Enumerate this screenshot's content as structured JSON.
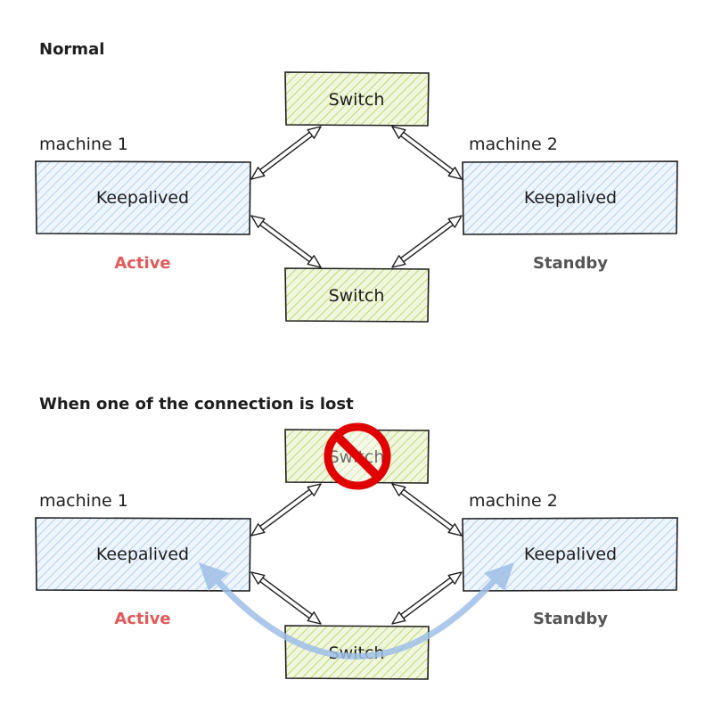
{
  "sections": [
    {
      "heading": "Normal",
      "machine1": {
        "title": "machine 1",
        "label": "Keepalived",
        "status": "Active"
      },
      "machine2": {
        "title": "machine 2",
        "label": "Keepalived",
        "status": "Standby"
      },
      "top_switch": {
        "label": "Switch",
        "failed": false
      },
      "bottom_switch": {
        "label": "Switch"
      }
    },
    {
      "heading": "When one of the connection is lost",
      "machine1": {
        "title": "machine 1",
        "label": "Keepalived",
        "status": "Active"
      },
      "machine2": {
        "title": "machine 2",
        "label": "Keepalived",
        "status": "Standby"
      },
      "top_switch": {
        "label": "Switch",
        "failed": true
      },
      "bottom_switch": {
        "label": "Switch"
      }
    }
  ],
  "colors": {
    "machine_fill": "#a5c8ec",
    "switch_fill": "#b2d35a",
    "active": "#e15a5a",
    "standby": "#555555",
    "no_sign": "#e00000",
    "failover_arrow": "#9fbfe8"
  },
  "icons": {
    "failed_switch": "no-entry-icon",
    "failover": "curved-double-arrow-icon"
  }
}
